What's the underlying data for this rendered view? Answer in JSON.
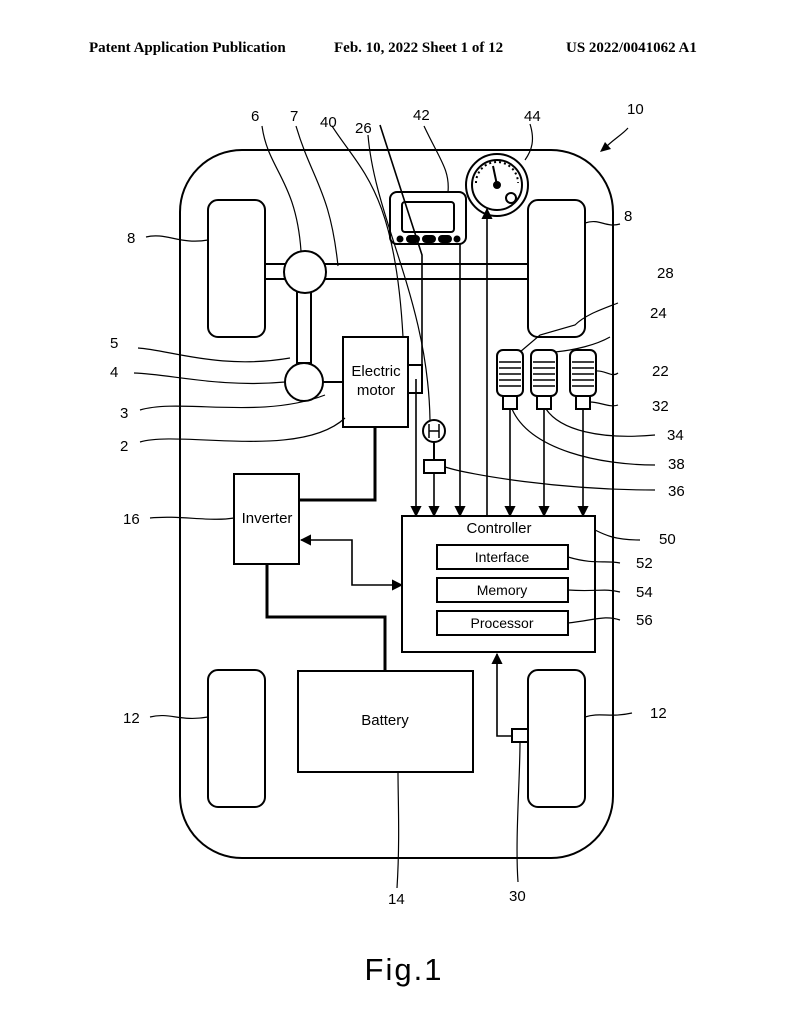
{
  "header": {
    "publication": "Patent Application Publication",
    "date_sheet": "Feb. 10, 2022  Sheet 1 of 12",
    "number": "US 2022/0041062 A1"
  },
  "figure_label": "Fig.1",
  "components": {
    "electric_motor": [
      "Electric",
      "motor"
    ],
    "inverter": "Inverter",
    "controller": "Controller",
    "interface": "Interface",
    "memory": "Memory",
    "processor": "Processor",
    "battery": "Battery"
  },
  "refs": {
    "r10": "10",
    "r6": "6",
    "r7": "7",
    "r40": "40",
    "r26": "26",
    "r42": "42",
    "r44": "44",
    "r8_left": "8",
    "r8_right": "8",
    "r28": "28",
    "r24": "24",
    "r22": "22",
    "r5": "5",
    "r4": "4",
    "r3": "3",
    "r2": "2",
    "r32": "32",
    "r34": "34",
    "r38": "38",
    "r36": "36",
    "r16": "16",
    "r50": "50",
    "r52": "52",
    "r54": "54",
    "r56": "56",
    "r12_left": "12",
    "r12_right": "12",
    "r14": "14",
    "r30": "30"
  }
}
